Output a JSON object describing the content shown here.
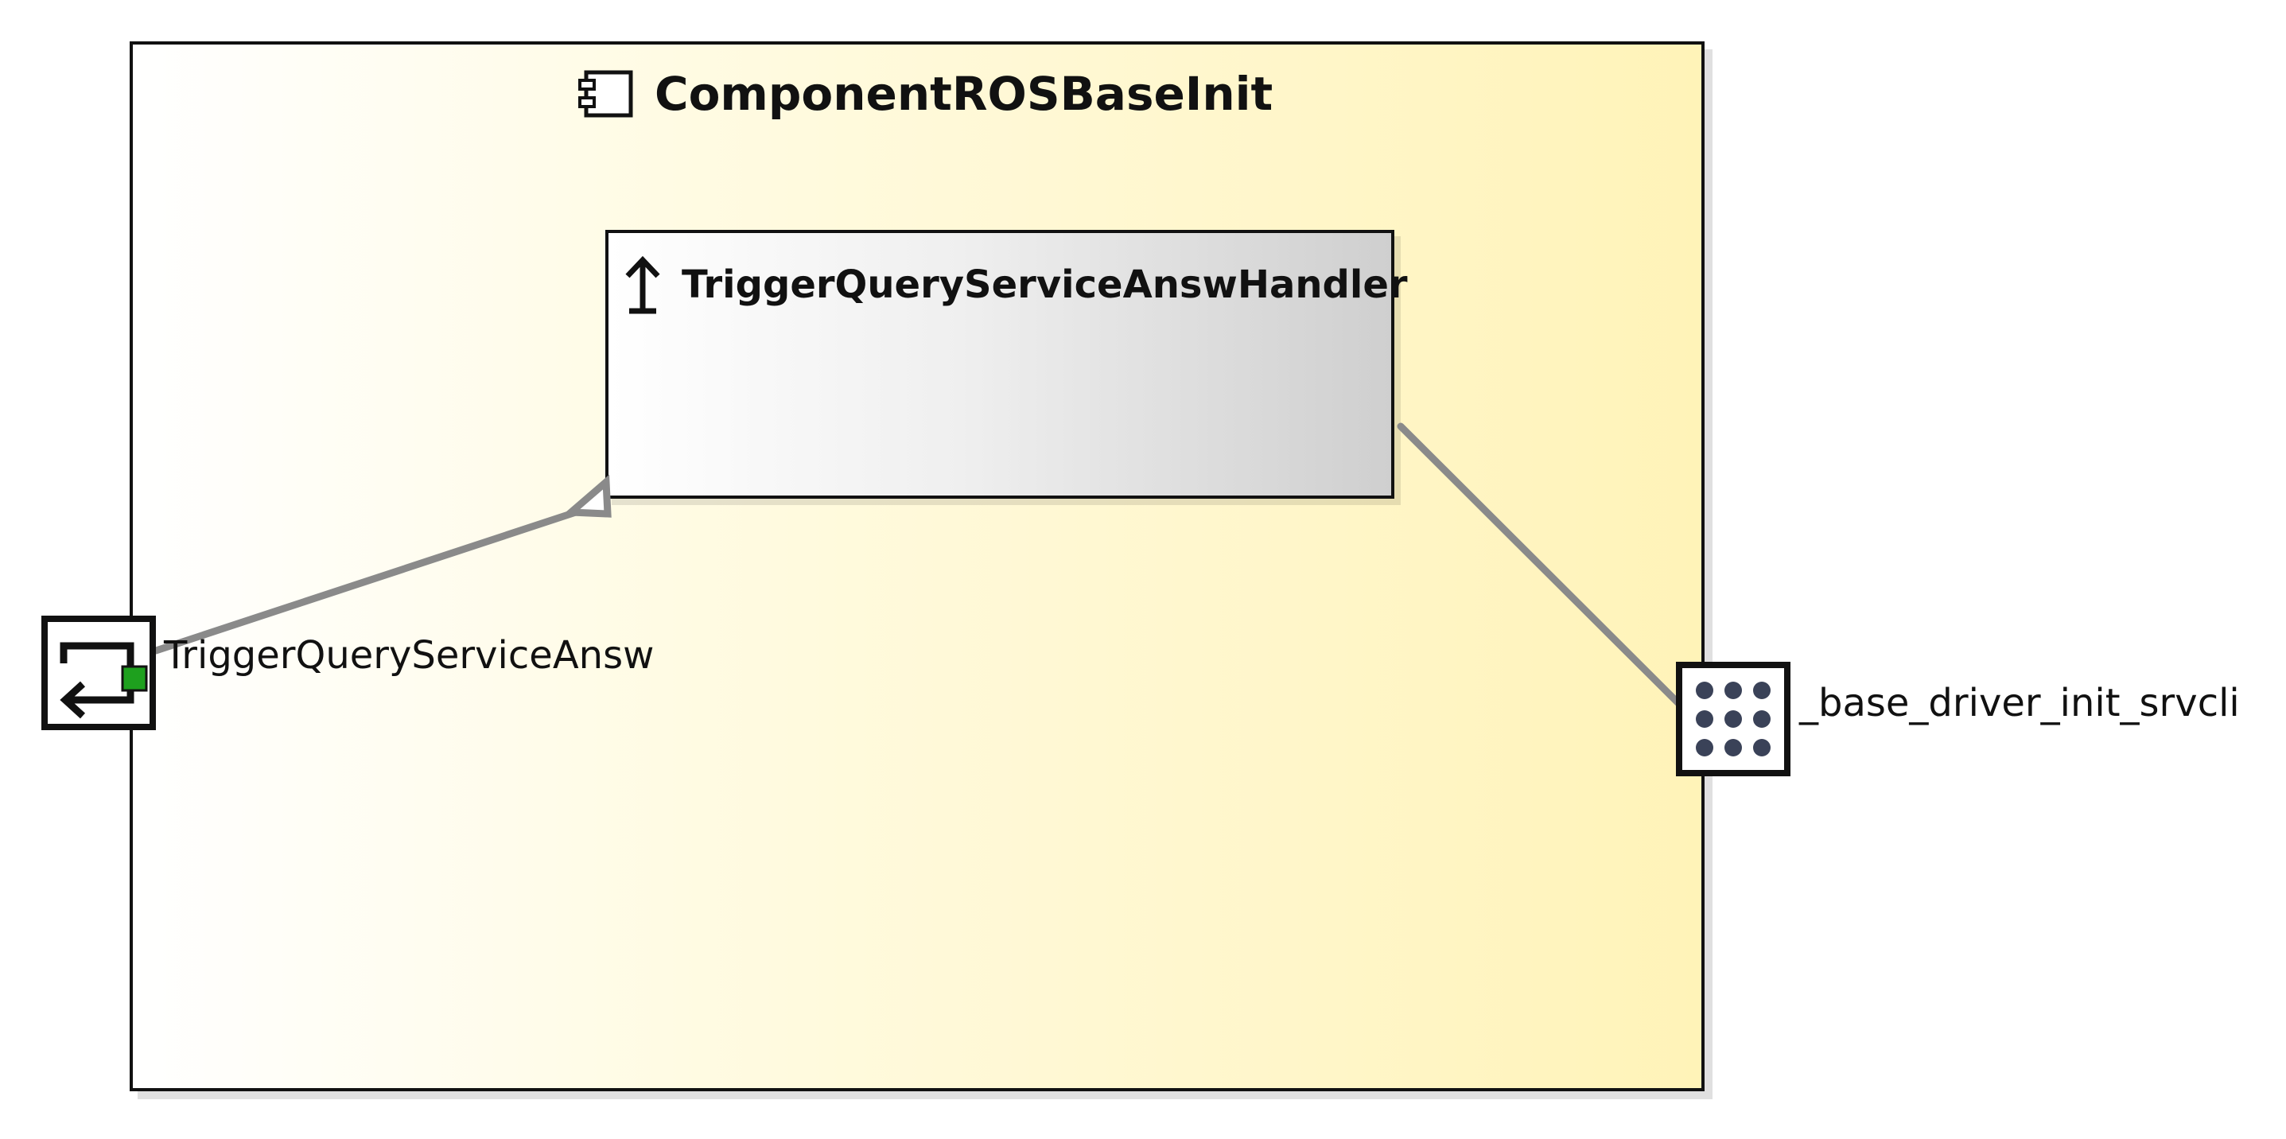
{
  "component": {
    "title": "ComponentROSBaseInit",
    "icon": "component-icon"
  },
  "handler": {
    "title": "TriggerQueryServiceAnswHandler",
    "icon": "up-arrow-icon"
  },
  "ports": {
    "left": {
      "label": "TriggerQueryServiceAnsw",
      "icon": "query-service-answer-port-icon",
      "accent": "#1ea01e"
    },
    "right": {
      "label": "_base_driver_init_srvcli",
      "icon": "service-client-port-icon",
      "dot_color": "#3a4258"
    }
  },
  "colors": {
    "line": "#8a8a8a",
    "border": "#111111",
    "component_fill_start": "#ffffff",
    "component_fill_end": "#fff3b8",
    "handler_fill_start": "#ffffff",
    "handler_fill_end": "#cfcfcf"
  }
}
